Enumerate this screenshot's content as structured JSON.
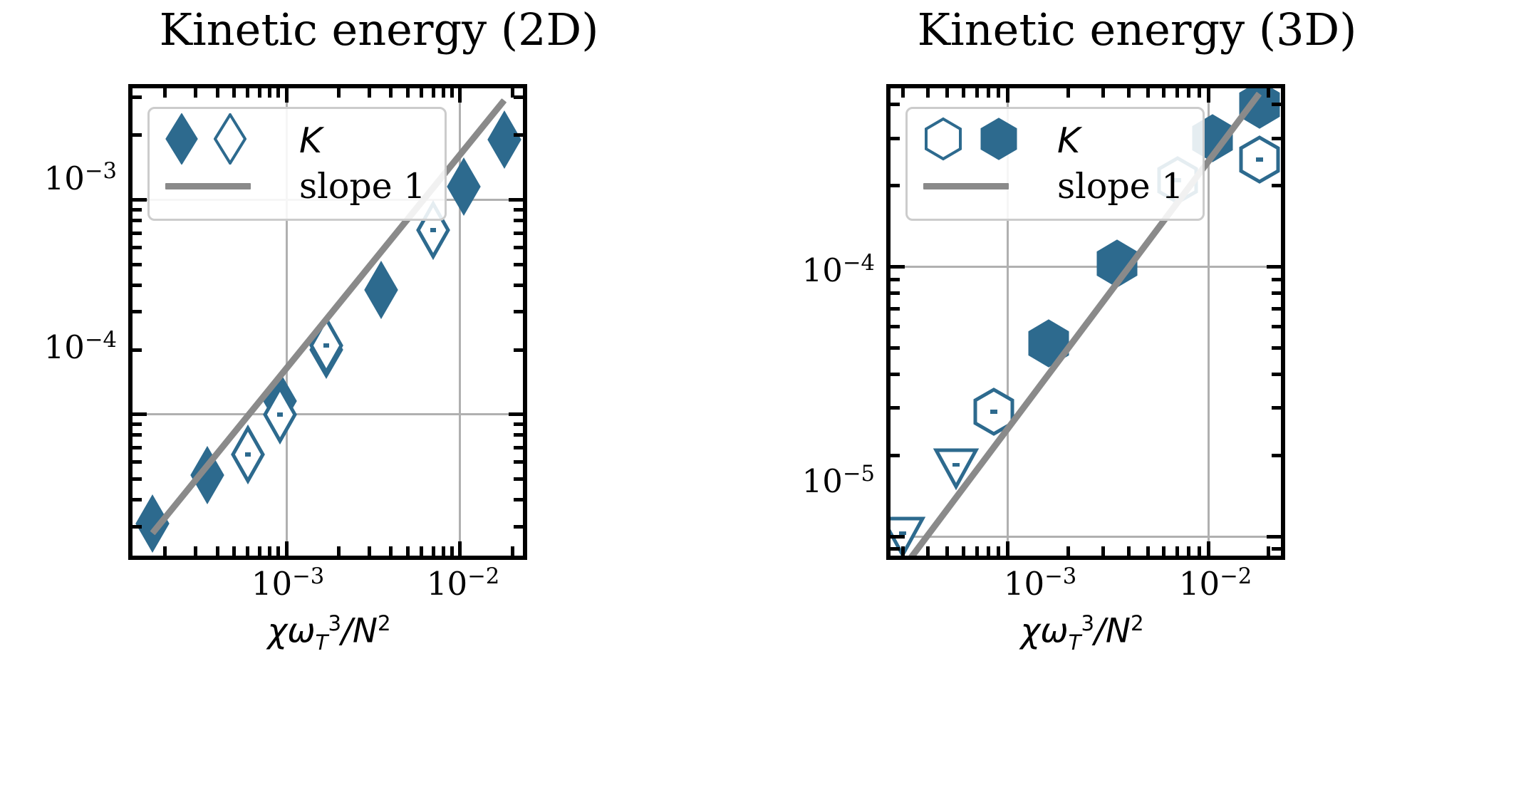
{
  "figure": {
    "background": "#ffffff",
    "marker_color": "#2d6a8e",
    "line_color": "#8a8a8a",
    "grid_color": "#b0b0b0",
    "axis_color": "#000000"
  },
  "panels": [
    {
      "id": "kinetic-energy-2d",
      "title": "Kinetic energy (2D)",
      "xlabel_parts": {
        "chi": "χ",
        "omega": "ω",
        "sub": "T",
        "sup": "3",
        "div": "/N",
        "sup2": "2"
      },
      "xticklabels": [
        "10−3",
        "10−2"
      ],
      "yticklabels": [
        "10−3",
        "10−4"
      ],
      "legend": {
        "entries": [
          {
            "label": "K",
            "markers": [
              "filled-diamond",
              "open-diamond"
            ],
            "type": "markers"
          },
          {
            "label": "slope 1",
            "markers": [
              "line"
            ],
            "type": "line"
          }
        ]
      }
    },
    {
      "id": "kinetic-energy-3d",
      "title": "Kinetic energy (3D)",
      "xlabel_parts": {
        "chi": "χ",
        "omega": "ω",
        "sub": "T",
        "sup": "3",
        "div": "/N",
        "sup2": "2"
      },
      "xticklabels": [
        "10−3",
        "10−2"
      ],
      "yticklabels": [
        "10−4",
        "10−5"
      ],
      "legend": {
        "entries": [
          {
            "label": "K",
            "markers": [
              "open-hexagon",
              "filled-hexagon"
            ],
            "type": "markers"
          },
          {
            "label": "slope 1",
            "markers": [
              "line"
            ],
            "type": "line"
          }
        ]
      }
    }
  ],
  "chart_data": [
    {
      "type": "scatter",
      "panel": "Kinetic energy (2D)",
      "title": "Kinetic energy (2D)",
      "xlabel": "χω_T^3/N^2",
      "ylabel": "",
      "xscale": "log",
      "yscale": "log",
      "xlim": [
        0.00013,
        0.023
      ],
      "ylim": [
        2.2e-05,
        0.0033
      ],
      "xticks": [
        0.001,
        0.01
      ],
      "yticks": [
        0.001,
        0.0001
      ],
      "grid": true,
      "series": [
        {
          "name": "K (filled diamond)",
          "marker": "filled-diamond",
          "color": "#2d6a8e",
          "x": [
            0.00017,
            0.00035,
            0.00092,
            0.0017,
            0.0035,
            0.0105,
            0.018
          ],
          "y": [
            3.1e-05,
            5.2e-05,
            0.000115,
            0.0002,
            0.00038,
            0.00115,
            0.0019
          ]
        },
        {
          "name": "K (open diamond)",
          "marker": "open-diamond",
          "color": "#2d6a8e",
          "x": [
            0.0006,
            0.00092,
            0.0017,
            0.007
          ],
          "y": [
            6.5e-05,
            0.0001,
            0.00021,
            0.00072
          ]
        },
        {
          "name": "slope 1",
          "marker": "line",
          "color": "#8a8a8a",
          "x": [
            0.00017,
            0.018
          ],
          "y": [
            2.8e-05,
            0.0029
          ]
        }
      ]
    },
    {
      "type": "scatter",
      "panel": "Kinetic energy (3D)",
      "title": "Kinetic energy (3D)",
      "xlabel": "χω_T^3/N^2",
      "ylabel": "",
      "xscale": "log",
      "yscale": "log",
      "xlim": [
        0.00026,
        0.023
      ],
      "ylim": [
        8.5e-06,
        0.00046
      ],
      "xticks": [
        0.001,
        0.01
      ],
      "yticks": [
        0.0001,
        1e-05
      ],
      "grid": true,
      "series": [
        {
          "name": "K (filled hexagon)",
          "marker": "filled-hexagon",
          "color": "#2d6a8e",
          "x": [
            0.0016,
            0.0035,
            0.0105,
            0.018
          ],
          "y": [
            5.2e-05,
            0.000103,
            0.0003,
            0.0004
          ]
        },
        {
          "name": "K (open hexagon)",
          "marker": "open-hexagon",
          "color": "#2d6a8e",
          "x": [
            0.00085,
            0.007,
            0.018
          ],
          "y": [
            2.9e-05,
            0.00021,
            0.00025
          ]
        },
        {
          "name": "K (open down-triangle)",
          "marker": "open-down-triangle",
          "color": "#2d6a8e",
          "x": [
            0.0003,
            0.00055
          ],
          "y": [
            1e-05,
            1.8e-05
          ]
        },
        {
          "name": "slope 1",
          "marker": "line",
          "color": "#8a8a8a",
          "x": [
            0.0003,
            0.018
          ],
          "y": [
            7.6e-06,
            0.00044
          ]
        }
      ]
    }
  ]
}
